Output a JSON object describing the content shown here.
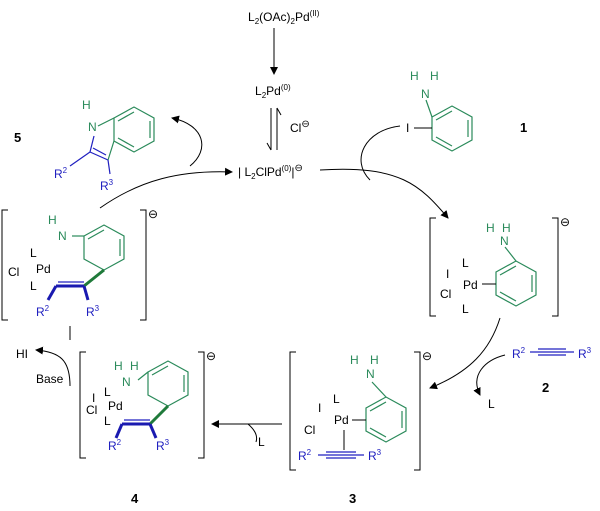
{
  "labels": {
    "precatalyst": "L2(OAc)2Pd(II)",
    "pd0": "L2Pd(0)",
    "chloride": "Cl",
    "active": "[L2ClPd(0)]",
    "base": "Base",
    "hi": "HI",
    "ligand_L": "L",
    "ligand_L2": "L",
    "charge": "⊖"
  },
  "compounds": {
    "c1": "1",
    "c2": "2",
    "c3": "3",
    "c4": "4",
    "c5": "5"
  },
  "atoms": {
    "N": "N",
    "H": "H",
    "I": "I",
    "Pd": "Pd",
    "Cl": "Cl",
    "L": "L",
    "R2": "R",
    "R3": "R",
    "sup2": "2",
    "sup3": "3"
  },
  "colors": {
    "aniline_green": "#2a8a5a",
    "alkyne_blue": "#2020c0"
  }
}
